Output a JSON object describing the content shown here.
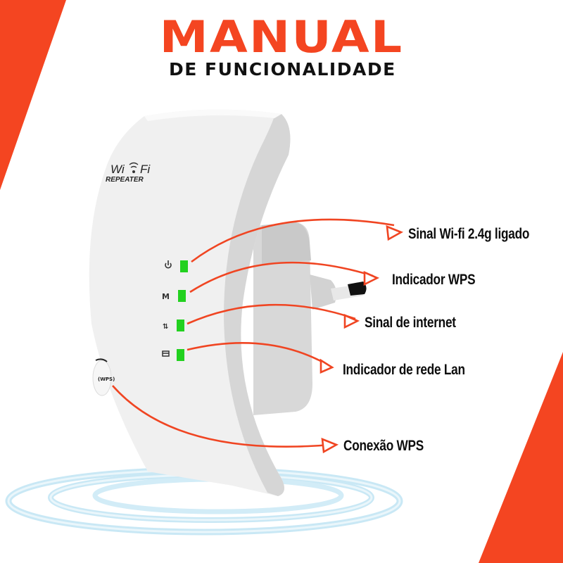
{
  "header": {
    "title": "MANUAL",
    "subtitle": "DE FUNCIONALIDADE"
  },
  "device": {
    "brand_left": "Wi",
    "brand_right": "Fi",
    "model": "REPEATER",
    "leds": [
      {
        "icon": "power-icon",
        "color": "#22d11f"
      },
      {
        "icon": "wifi-antenna-icon",
        "color": "#22d11f"
      },
      {
        "icon": "internet-arrows-icon",
        "color": "#22d11f"
      },
      {
        "icon": "lan-port-icon",
        "color": "#22d11f"
      }
    ],
    "wps_button_icon": "wps-icon"
  },
  "callouts": [
    {
      "label": "Sinal Wi-fi 2.4g ligado"
    },
    {
      "label": "Indicador WPS"
    },
    {
      "label": "Sinal de internet"
    },
    {
      "label": "Indicador de rede Lan"
    },
    {
      "label": "Conexão WPS"
    }
  ],
  "colors": {
    "accent": "#f44521",
    "text": "#0d0d0d",
    "led_green": "#22d11f",
    "ripple": "#bfe3f2"
  }
}
